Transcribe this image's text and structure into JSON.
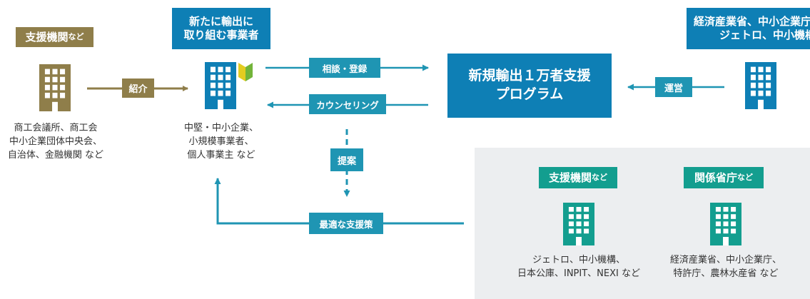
{
  "colors": {
    "olive": "#8f7e4a",
    "blue": "#0e7fb5",
    "teal": "#139e8f",
    "line": "#1f95b3",
    "panel": "#eceef0",
    "leaf_green": "#72b43a",
    "leaf_yellow": "#e3cc20"
  },
  "supporters": {
    "tag_main": "支援機関",
    "tag_small": "など",
    "icon": "building-icon",
    "desc_lines": [
      "商工会議所、商工会",
      "中小企業団体中央会、",
      "自治体、金融機関 など"
    ]
  },
  "arrows": {
    "intro": "紹介",
    "consult": "相談・登録",
    "counseling": "カウンセリング",
    "proposal": "提案",
    "optimal": "最適な支援策",
    "operate": "運営"
  },
  "exporters": {
    "tag_lines": [
      "新たに輸出に",
      "取り組む事業者"
    ],
    "icon": "building-icon",
    "badge_icon": "beginner-leaf-icon",
    "desc_lines": [
      "中堅・中小企業、",
      "小規模事業者、",
      "個人事業主 など"
    ]
  },
  "program": {
    "title_lines": [
      "新規輸出１万者支援",
      "プログラム"
    ]
  },
  "ministry": {
    "tag_lines": [
      "経済産業省、中小企業庁",
      "ジェトロ、中小機構"
    ],
    "icon": "building-icon"
  },
  "panel": {
    "left": {
      "tag_main": "支援機関",
      "tag_small": "など",
      "icon": "building-icon",
      "desc_lines": [
        "ジェトロ、中小機構、",
        "日本公庫、INPIT、NEXI など"
      ]
    },
    "right": {
      "tag_main": "関係省庁",
      "tag_small": "など",
      "icon": "building-icon",
      "desc_lines": [
        "経済産業省、中小企業庁、",
        "特許庁、農林水産省 など"
      ]
    }
  }
}
